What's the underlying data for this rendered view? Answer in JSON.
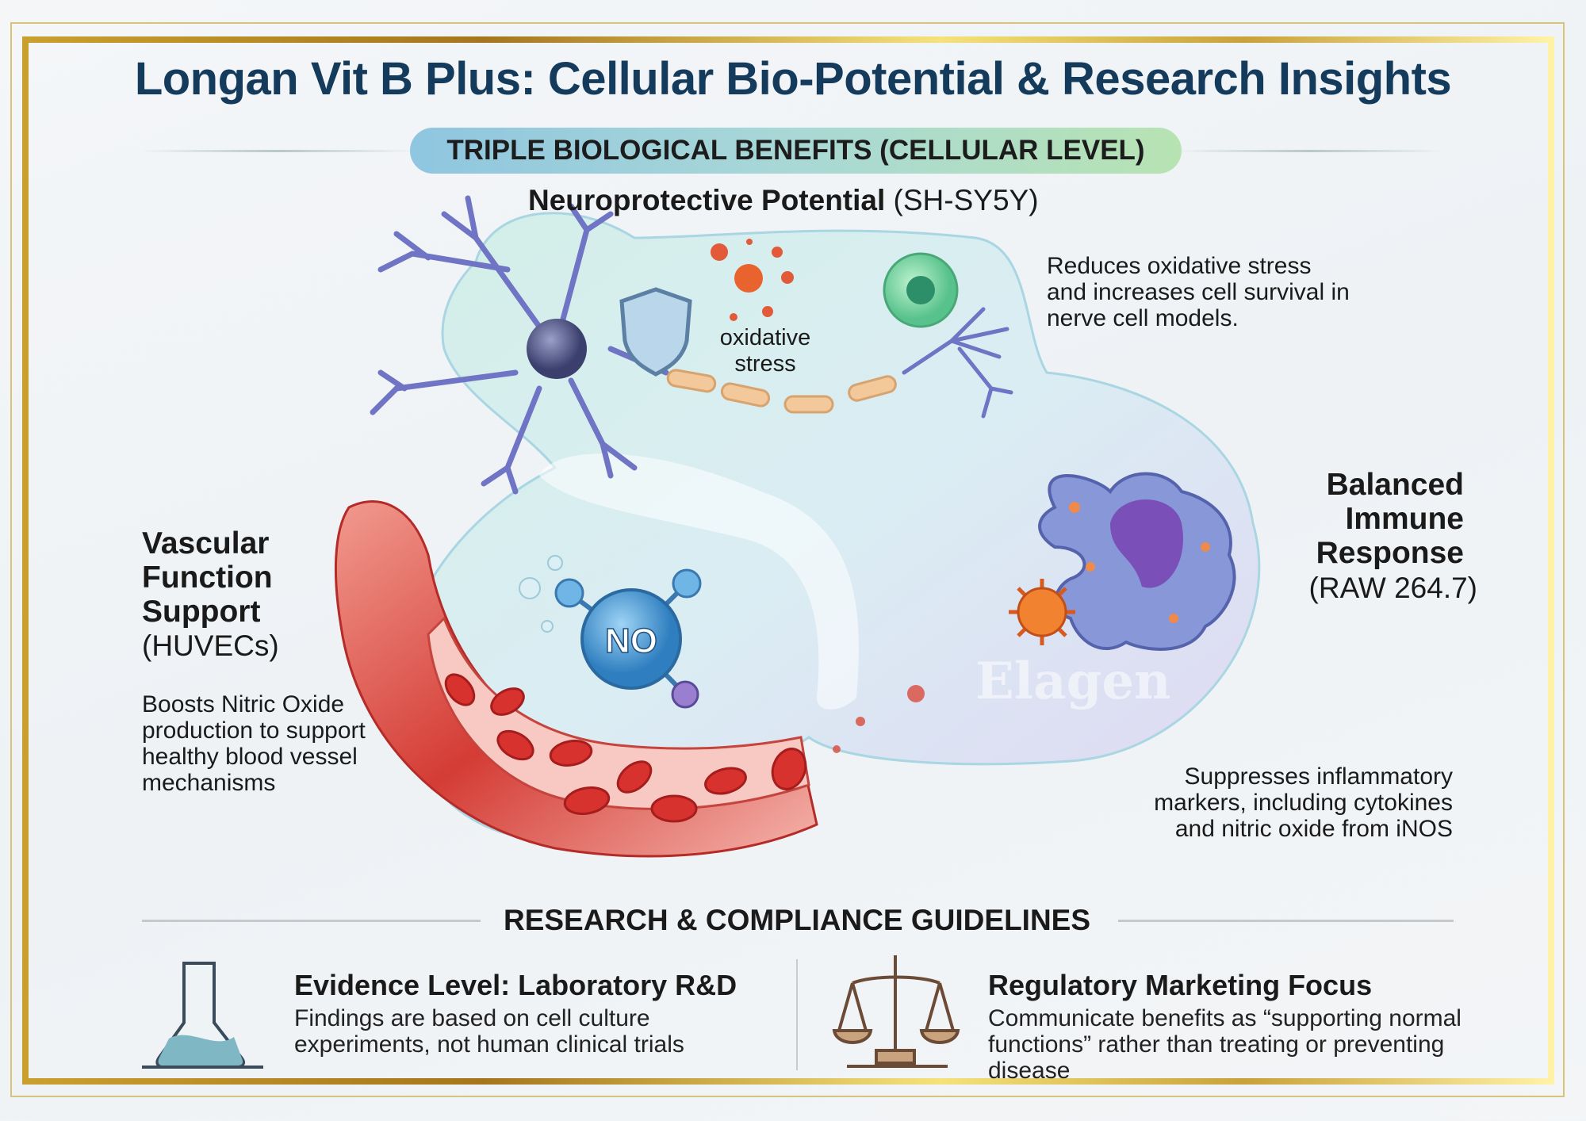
{
  "title": "Longan Vit B Plus: Cellular Bio-Potential & Research Insights",
  "banner": "TRIPLE BIOLOGICAL BENEFITS (CELLULAR LEVEL)",
  "neuro": {
    "heading": "Neuroprotective Potential",
    "cell_line": "(SH-SY5Y)",
    "description": "Reduces oxidative stress and increases cell survival in nerve cell models.",
    "stress_label_1": "oxidative",
    "stress_label_2": "stress"
  },
  "vascular": {
    "heading_1": "Vascular",
    "heading_2": "Function",
    "heading_3": "Support",
    "cell_line": "(HUVECs)",
    "description": "Boosts Nitric Oxide production to support healthy blood vessel mechanisms",
    "molecule_label": "NO"
  },
  "immune": {
    "heading_1": "Balanced",
    "heading_2": "Immune",
    "heading_3": "Response",
    "cell_line": "(RAW 264.7)",
    "description": "Suppresses inflammatory markers, including cytokines and nitric oxide from iNOS"
  },
  "watermark": "Elagen",
  "guidelines": {
    "heading": "RESEARCH & COMPLIANCE GUIDELINES",
    "items": [
      {
        "icon": "flask-icon",
        "title": "Evidence Level: Laboratory R&D",
        "body": "Findings are based on cell culture experiments, not human clinical trials"
      },
      {
        "icon": "scales-icon",
        "title": "Regulatory Marketing Focus",
        "body": "Communicate benefits as “supporting normal functions” rather than treating or preventing disease"
      }
    ]
  },
  "colors": {
    "title": "#143a5c",
    "gold": "#c9a53a",
    "vessel": "#d8403c",
    "neuron": "#6f74c4",
    "macrophage": "#7f8fd6"
  }
}
